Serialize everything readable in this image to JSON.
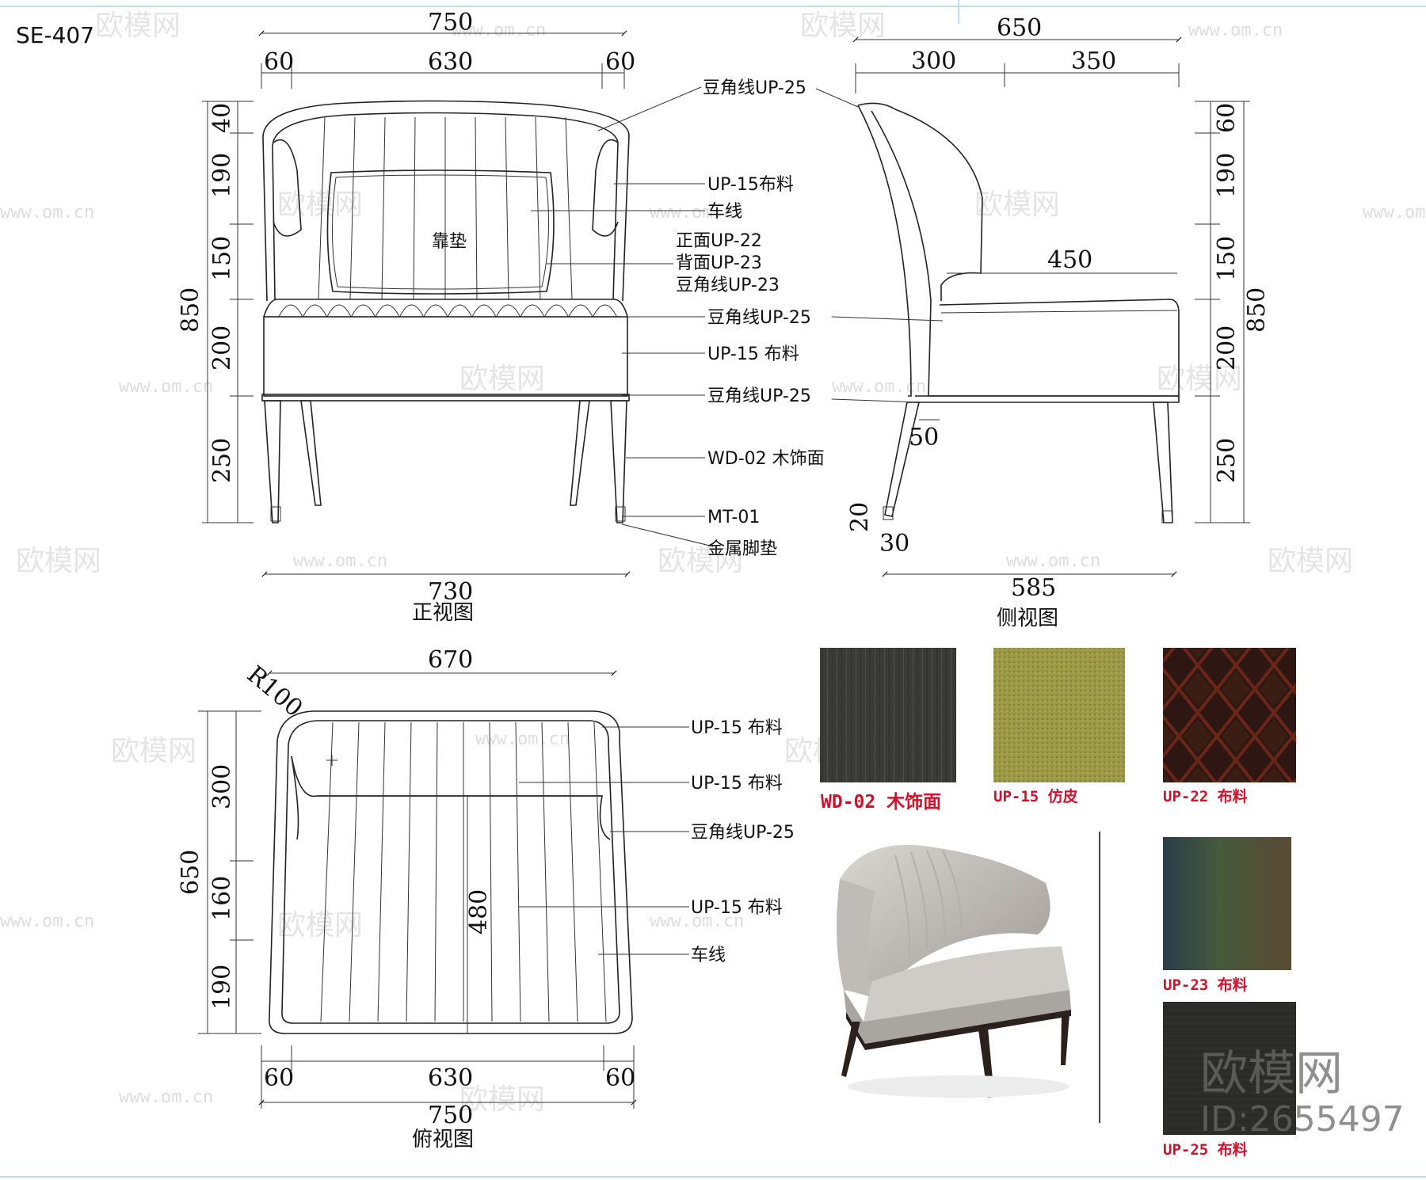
{
  "model_code": "SE-407",
  "front_view": {
    "title": "正视图",
    "dims_top": [
      "750",
      "60",
      "630",
      "60"
    ],
    "dims_left": [
      "40",
      "190",
      "150",
      "200",
      "250"
    ],
    "dim_height_total": "850",
    "dim_bottom": "730",
    "cushion_label": "靠垫",
    "callouts": [
      "豆角线UP-25",
      "UP-15布料",
      "车线",
      "正面UP-22",
      "背面UP-23",
      "豆角线UP-23",
      "豆角线UP-25",
      "UP-15 布料",
      "豆角线UP-25",
      "WD-02 木饰面",
      "MT-01",
      "金属脚垫"
    ]
  },
  "side_view": {
    "title": "侧视图",
    "dims_top": [
      "650",
      "300",
      "350"
    ],
    "dims_right": [
      "60",
      "190",
      "150",
      "200",
      "250"
    ],
    "dim_height_total": "850",
    "dim_seat": "450",
    "dim_leg_offset": "50",
    "dim_foot_h": "20",
    "dim_foot_w": "30",
    "dim_bottom": "585"
  },
  "top_view": {
    "title": "俯视图",
    "radius": "R100",
    "dim_top": "670",
    "dims_left": [
      "300",
      "160",
      "190"
    ],
    "dim_depth_total": "650",
    "dim_seat_depth": "480",
    "dims_bottom": [
      "60",
      "630",
      "60"
    ],
    "dim_width_total": "750",
    "callouts": [
      "UP-15 布料",
      "UP-15 布料",
      "豆角线UP-25",
      "UP-15 布料",
      "车线"
    ]
  },
  "swatches": [
    {
      "label": "WD-02 木饰面",
      "color": "#3a3b37"
    },
    {
      "label": "UP-15 仿皮",
      "color": "#9c9a45"
    },
    {
      "label": "UP-22 布料",
      "color": "#3a1a14"
    },
    {
      "label": "UP-23 布料",
      "color": "#3f4a3e"
    },
    {
      "label": "UP-25 布料",
      "color": "#2b2c29"
    }
  ],
  "watermark": {
    "brand": "欧模网",
    "url": "www.om.cn",
    "id": "ID:2655497"
  }
}
